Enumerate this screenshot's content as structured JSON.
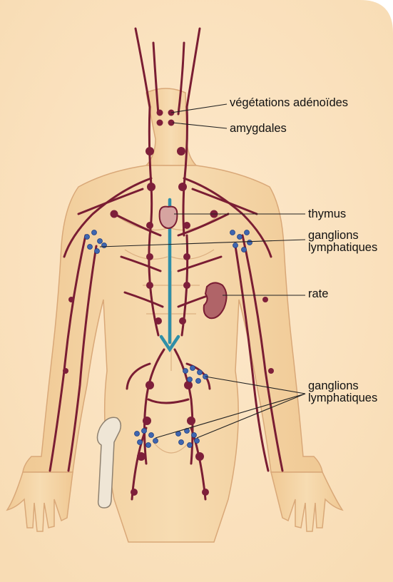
{
  "labels": {
    "adenoids": "végétations adénoïdes",
    "tonsils": "amygdales",
    "thymus": "thymus",
    "nodes_upper_1": "ganglions",
    "nodes_upper_2": "lymphatiques",
    "spleen": "rate",
    "nodes_lower_1": "ganglions",
    "nodes_lower_2": "lymphatiques"
  },
  "colors": {
    "skin": "#f6dcb0",
    "background_tint": "#fbe4c4",
    "lymph_vessel": "#7a1d33",
    "lymph_node": "#7e1f3a",
    "node_cluster": "#3f66b0",
    "thoracic_duct": "#2f8fa8",
    "spleen": "#b06468",
    "thymus": "#d6a4a0",
    "bone": "#efe6d6"
  }
}
